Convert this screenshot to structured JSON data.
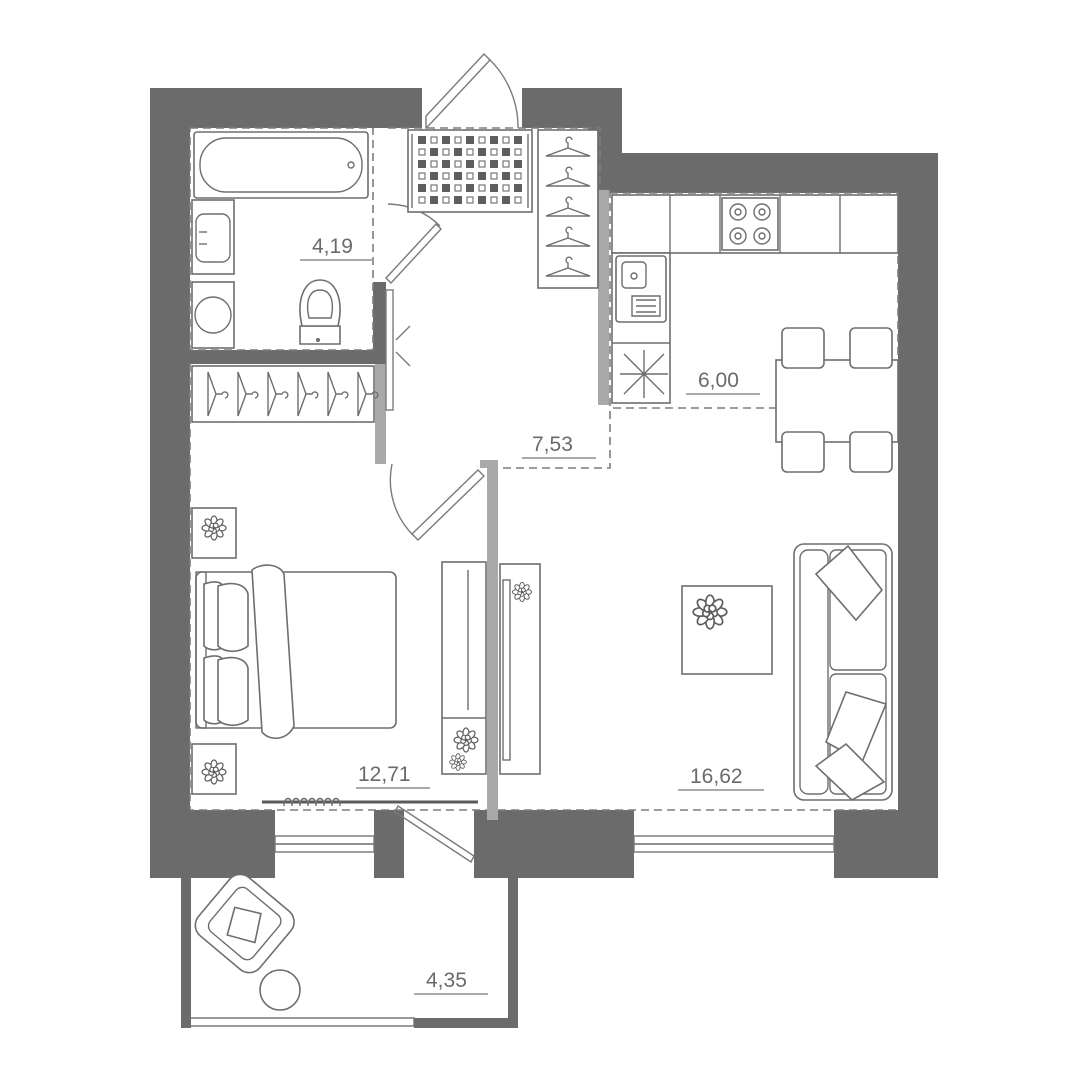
{
  "rooms": [
    {
      "id": "bathroom",
      "area": "4,19"
    },
    {
      "id": "hallway",
      "area": "7,53"
    },
    {
      "id": "kitchen",
      "area": "6,00"
    },
    {
      "id": "bedroom",
      "area": "12,71"
    },
    {
      "id": "living",
      "area": "16,62"
    },
    {
      "id": "balcony",
      "area": "4,35"
    }
  ],
  "colors": {
    "wall": "#6b6b6b",
    "partition": "#a9a9a9",
    "line": "#6e6e6e"
  },
  "icons": [
    "bathtub-icon",
    "sink-icon",
    "washing-machine-icon",
    "toilet-icon",
    "hanger-icon",
    "doormat-icon",
    "stove-icon",
    "kitchen-sink-icon",
    "fridge-icon",
    "chair-icon",
    "bed-icon",
    "pillow-icon",
    "plant-icon",
    "sofa-icon",
    "armchair-icon",
    "radiator-icon",
    "door-icon",
    "window-icon"
  ]
}
